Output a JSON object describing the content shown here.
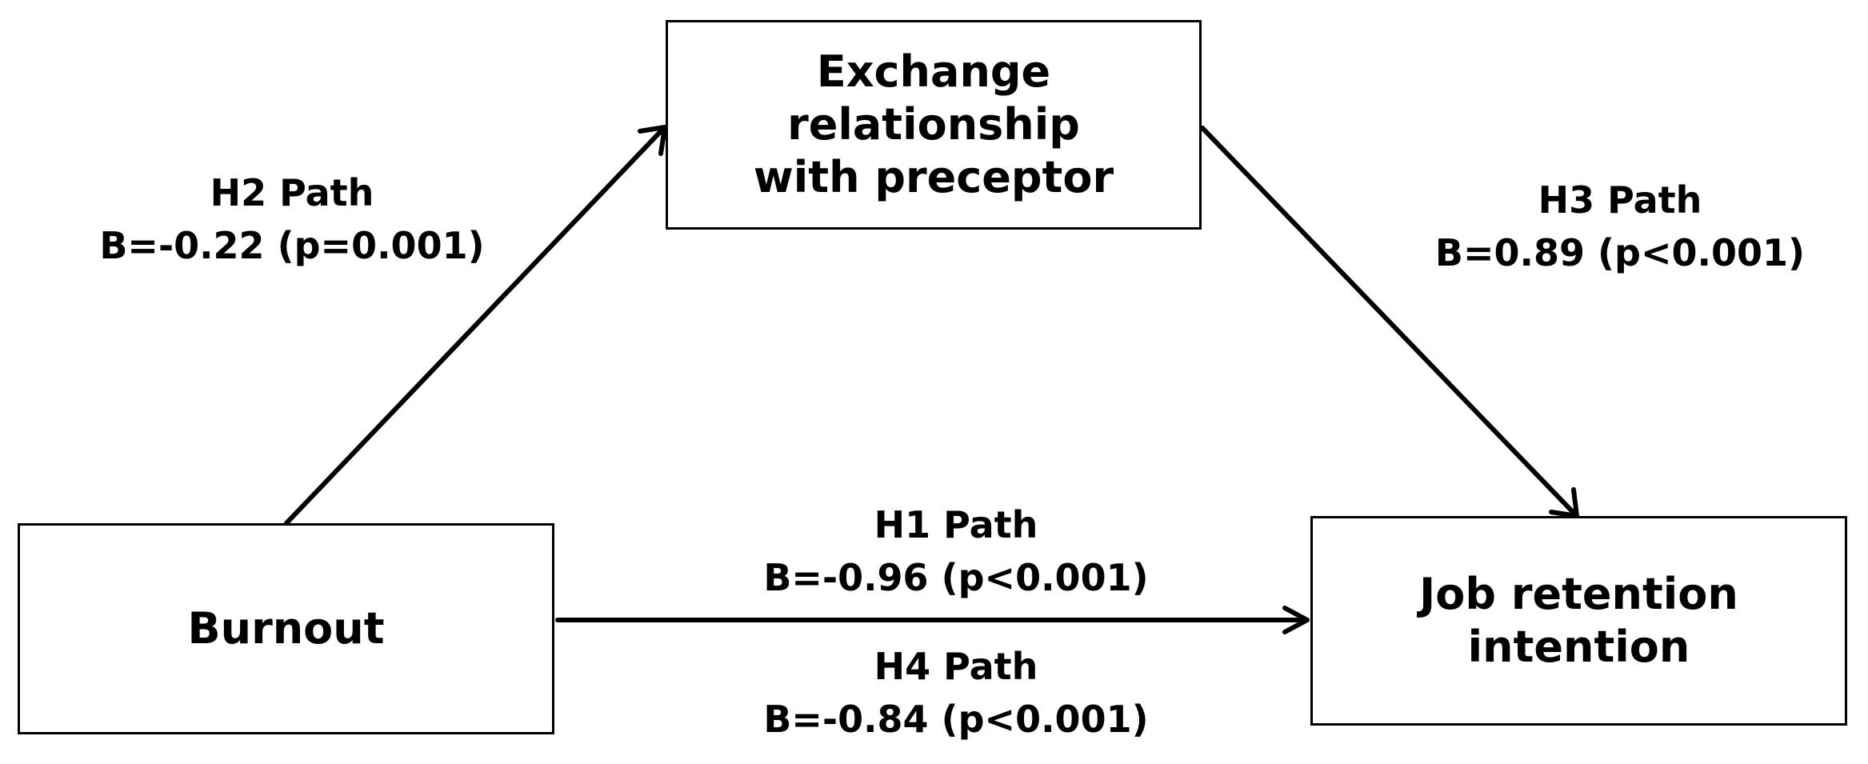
{
  "nodes": {
    "mediator": {
      "line1": "Exchange relationship",
      "line2": "with preceptor"
    },
    "burnout": {
      "label": "Burnout"
    },
    "job_retention": {
      "line1": "Job retention",
      "line2": "intention"
    }
  },
  "paths": {
    "h2": {
      "name": "H2 Path",
      "stat": "B=-0.22 (p=0.001)"
    },
    "h3": {
      "name": "H3 Path",
      "stat": "B=0.89 (p<0.001)"
    },
    "h1": {
      "name": "H1 Path",
      "stat": "B=-0.96 (p<0.001)"
    },
    "h4": {
      "name": "H4 Path",
      "stat": "B=-0.84 (p<0.001)"
    }
  },
  "colors": {
    "line": "#000000",
    "background": "#ffffff"
  }
}
